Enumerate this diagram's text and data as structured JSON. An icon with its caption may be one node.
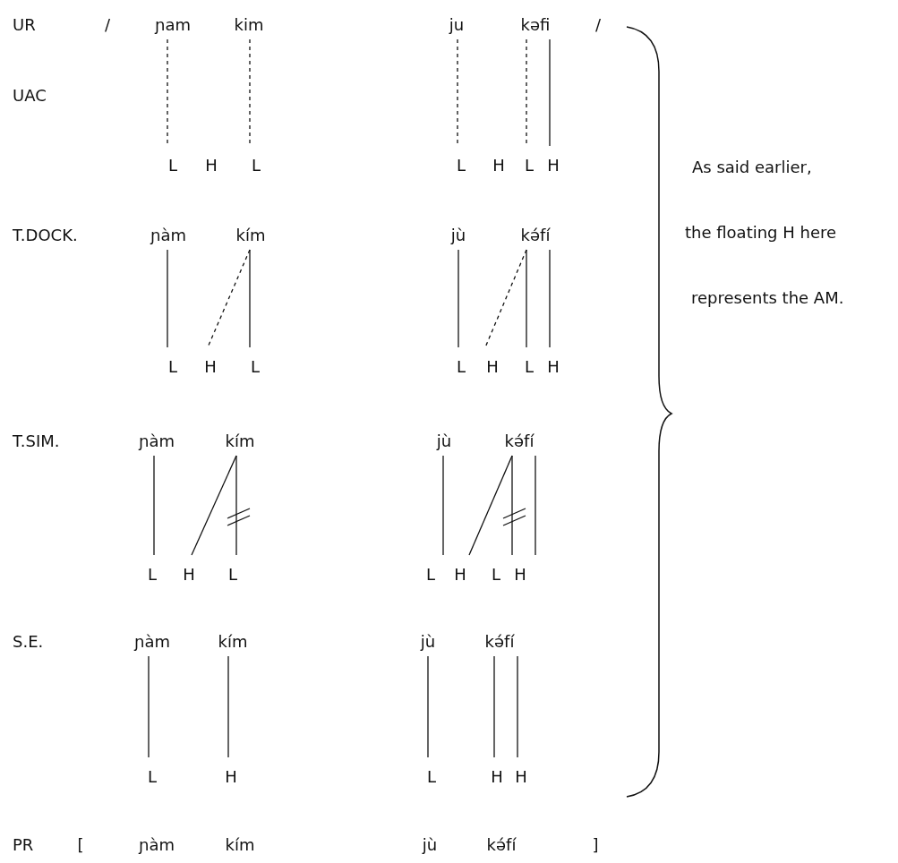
{
  "diagram": {
    "nodes": [
      {
        "text": [
          "ɲam"
        ]
      },
      {
        "text": [
          "kim"
        ]
      },
      {
        "text": [
          "ju"
        ]
      },
      {
        "text": [
          "kəfi"
        ]
      },
      {
        "text": [
          "L"
        ]
      },
      {
        "text": [
          "H"
        ]
      },
      {
        "text": [
          "L"
        ]
      },
      {
        "text": [
          "L"
        ]
      },
      {
        "text": [
          "H"
        ]
      },
      {
        "text": [
          "L"
        ]
      },
      {
        "text": [
          "H"
        ]
      },
      {
        "text": [
          "ɲàm"
        ]
      },
      {
        "text": [
          "kím"
        ]
      },
      {
        "text": [
          "jù"
        ]
      },
      {
        "text": [
          "kə́fí"
        ]
      },
      {
        "text": [
          "L"
        ]
      },
      {
        "text": [
          "H"
        ]
      },
      {
        "text": [
          "L"
        ]
      },
      {
        "text": [
          "L"
        ]
      },
      {
        "text": [
          "H"
        ]
      },
      {
        "text": [
          "L"
        ]
      },
      {
        "text": [
          "H"
        ]
      },
      {
        "text": [
          "ɲàm"
        ]
      },
      {
        "text": [
          "kím"
        ]
      },
      {
        "text": [
          "jù"
        ]
      },
      {
        "text": [
          "kə́fí"
        ]
      },
      {
        "text": [
          "L"
        ]
      },
      {
        "text": [
          "H"
        ]
      },
      {
        "text": [
          "L"
        ]
      },
      {
        "text": [
          "L"
        ]
      },
      {
        "text": [
          "H"
        ]
      },
      {
        "text": [
          "L"
        ]
      },
      {
        "text": [
          "H"
        ]
      },
      {
        "text": [
          "ɲàm"
        ]
      },
      {
        "text": [
          "kím"
        ]
      },
      {
        "text": [
          "jù"
        ]
      },
      {
        "text": [
          "kə́fí"
        ]
      },
      {
        "text": [
          "L"
        ]
      },
      {
        "text": [
          "H"
        ]
      },
      {
        "text": [
          "L"
        ]
      },
      {
        "text": [
          "H"
        ]
      },
      {
        "text": [
          "H"
        ]
      }
    ],
    "edges": [
      {
        "from": 0,
        "to": 4,
        "arrow": "none",
        "style": "dashed"
      },
      {
        "from": 1,
        "to": 6,
        "arrow": "none",
        "style": "dashed"
      },
      {
        "from": 2,
        "to": 7,
        "arrow": "none",
        "style": "dashed"
      },
      {
        "from": 3,
        "to": 9,
        "arrow": "none",
        "style": "dashed"
      },
      {
        "from": 3,
        "to": 10,
        "arrow": "none"
      },
      {
        "from": 11,
        "to": 15,
        "arrow": "none"
      },
      {
        "from": 12,
        "to": 16,
        "arrow": "none",
        "style": "dashed"
      },
      {
        "from": 12,
        "to": 17,
        "arrow": "none"
      },
      {
        "from": 13,
        "to": 18,
        "arrow": "none"
      },
      {
        "from": 14,
        "to": 19,
        "arrow": "none",
        "style": "dashed"
      },
      {
        "from": 14,
        "to": 20,
        "arrow": "none"
      },
      {
        "from": 14,
        "to": 21,
        "arrow": "none"
      },
      {
        "from": 22,
        "to": 26,
        "arrow": "none"
      },
      {
        "from": 23,
        "to": 27,
        "arrow": "none"
      },
      {
        "from": 23,
        "to": 28,
        "arrow": "none"
      },
      {
        "from": 24,
        "to": 29,
        "arrow": "none"
      },
      {
        "from": 25,
        "to": 30,
        "arrow": "none"
      },
      {
        "from": 25,
        "to": 31,
        "arrow": "none"
      },
      {
        "from": 25,
        "to": 32,
        "arrow": "none"
      },
      {
        "from": 33,
        "to": 37,
        "arrow": "none"
      },
      {
        "from": 34,
        "to": 38,
        "arrow": "none"
      },
      {
        "from": 35,
        "to": 39,
        "arrow": "none"
      },
      {
        "from": 36,
        "to": 40,
        "arrow": "none"
      },
      {
        "from": 36,
        "to": 41,
        "arrow": "none"
      }
    ],
    "labels": [
      "UR",
      "/",
      "/",
      "UAC",
      "As said earlier,",
      "T.DOCK.",
      "the floating H here",
      "represents the AM.",
      "T.SIM.",
      "S.E.",
      "PR",
      "[",
      "ɲàm",
      "kím",
      "jù",
      "kə́fí",
      "]"
    ]
  }
}
